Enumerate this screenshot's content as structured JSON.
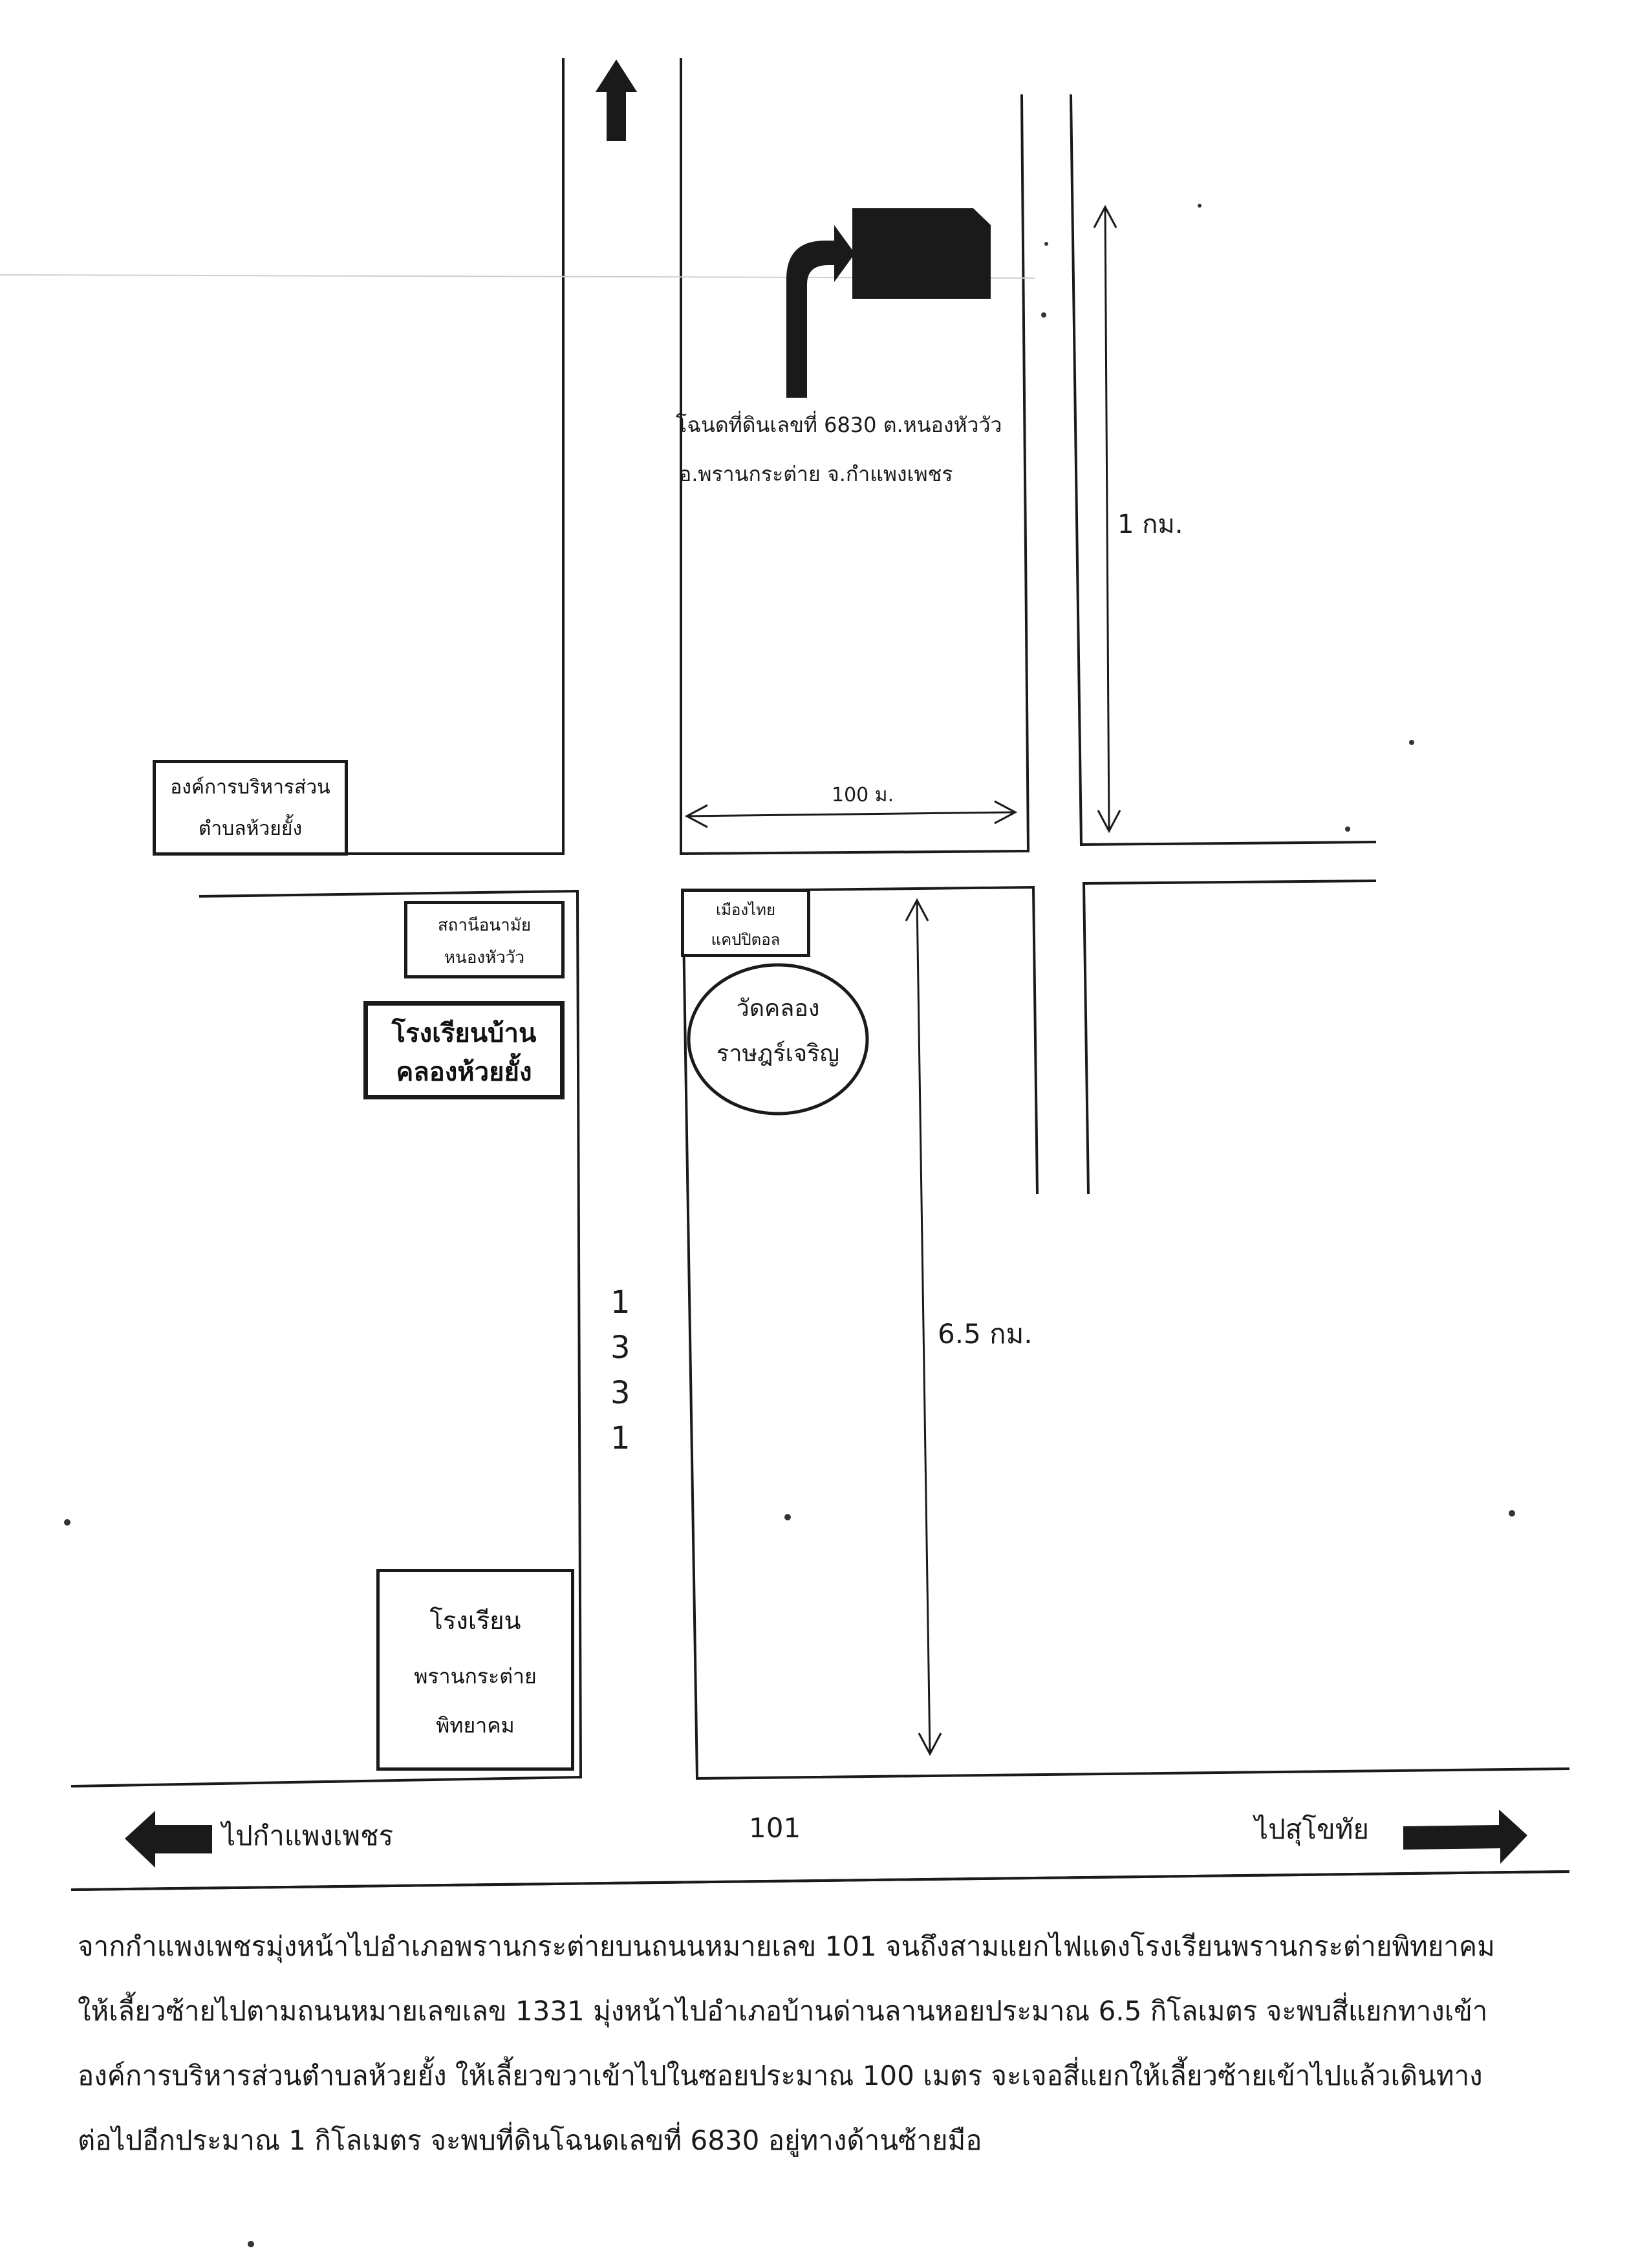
{
  "colors": {
    "ink": "#1a1a1a",
    "paper": "#ffffff"
  },
  "icons": {
    "north_arrow": "arrow-up-icon",
    "turn_arrow": "turn-right-arrow-icon",
    "destination": "destination-block-icon",
    "left_arrow": "arrow-left-icon",
    "right_arrow": "arrow-right-icon"
  },
  "plot": {
    "line1": "โฉนดที่ดินเลขที่ 6830 ต.หนองหัววัว",
    "line2": "อ.พรานกระต่าย จ.กำแพงเพชร"
  },
  "distances": {
    "one_km": "1 กม.",
    "hundred_m": "100 ม.",
    "six_five_km": "6.5 กม."
  },
  "places": {
    "tao_line1": "องค์การบริหารส่วน",
    "tao_line2": "ตำบลห้วยยั้ง",
    "health_line1": "สถานีอนามัย",
    "health_line2": "หนองหัววัว",
    "muangthai_line1": "เมืองไทย",
    "muangthai_line2": "แคปปิตอล",
    "school_khlong_line1": "โรงเรียนบ้าน",
    "school_khlong_line2": "คลองห้วยยั้ง",
    "temple_line1": "วัดคลอง",
    "temple_line2": "ราษฎร์เจริญ",
    "school_pran_line1": "โรงเรียน",
    "school_pran_line2": "พรานกระต่าย",
    "school_pran_line3": "พิทยาคม"
  },
  "roads": {
    "route_1331": [
      "1",
      "3",
      "3",
      "1"
    ],
    "route_101": "101",
    "to_kamphaeng": "ไปกำแพงเพชร",
    "to_sukhothai": "ไปสุโขทัย"
  },
  "description": [
    "จากกำแพงเพชรมุ่งหน้าไปอำเภอพรานกระต่ายบนถนนหมายเลข 101 จนถึงสามแยกไฟแดงโรงเรียนพรานกระต่ายพิทยาคม",
    "ให้เลี้ยวซ้ายไปตามถนนหมายเลขเลข 1331 มุ่งหน้าไปอำเภอบ้านด่านลานหอยประมาณ 6.5 กิโลเมตร จะพบสี่แยกทางเข้า",
    "องค์การบริหารส่วนตำบลห้วยยั้ง ให้เลี้ยวขวาเข้าไปในซอยประมาณ 100 เมตร จะเจอสี่แยกให้เลี้ยวซ้ายเข้าไปแล้วเดินทาง",
    "ต่อไปอีกประมาณ 1 กิโลเมตร จะพบที่ดินโฉนดเลขที่  6830 อยู่ทางด้านซ้ายมือ"
  ]
}
